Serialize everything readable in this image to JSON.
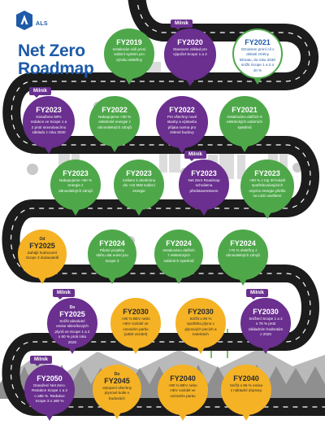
{
  "brand": {
    "logo_text": "ALS",
    "title_line1": "Net Zero",
    "title_line2": "Roadmap"
  },
  "colors": {
    "purple": "#6a2f8f",
    "green": "#4ea84a",
    "yellow": "#f4b224",
    "white": "#ffffff",
    "blue": "#1e5aa8",
    "road": "#1c1c1c"
  },
  "milestone_label": "Milník",
  "milestones": [
    {
      "id": "m1",
      "pre": "",
      "year": "FY2019",
      "text": "Instalován náš první solární systém pro výrobu elektřiny",
      "color": "green",
      "milnik": false
    },
    {
      "id": "m2",
      "pre": "",
      "year": "FY2020",
      "text": "Stanoven základ pro výpočet Scope 1 a 2",
      "color": "purple",
      "milnik": true
    },
    {
      "id": "m3",
      "pre": "",
      "year": "FY2021",
      "text": "Oznámen první cíl v oblasti změny klimatu, do roku 2030 snížit Scope 1 a 2 o 40 %",
      "color": "white",
      "milnik": false
    },
    {
      "id": "m4",
      "pre": "",
      "year": "FY2023",
      "text": "Dosaženo 59% redukce ve Scope 1 a 2 proti srovnávacímu základu z roku 2020",
      "color": "purple",
      "milnik": true
    },
    {
      "id": "m5",
      "pre": "",
      "year": "FY2022",
      "text": "Nakupujeme >30 % elektrické energie z obnovitelných zdrojů",
      "color": "green",
      "milnik": false
    },
    {
      "id": "m6",
      "pre": "",
      "year": "FY2022",
      "text": "Pro všechny nové stavby a výstavbu přijata norma pro zelené budovy",
      "color": "purple",
      "milnik": false
    },
    {
      "id": "m7",
      "pre": "",
      "year": "FY2021",
      "text": "Instalováno dalších 9 elektrických solárních systémů",
      "color": "green",
      "milnik": false
    },
    {
      "id": "m8",
      "pre": "",
      "year": "FY2023",
      "text": "Nakupujeme >50 % energie z obnovitelných zdrojů",
      "color": "green",
      "milnik": false
    },
    {
      "id": "m9",
      "pre": "",
      "year": "FY2023",
      "text": "Celkem k dnešnímu dni >10 MW solární energie",
      "color": "green",
      "milnik": false
    },
    {
      "id": "m10",
      "pre": "",
      "year": "FY2023",
      "text": "Net Zero Roadmap schválena představenstvem",
      "color": "purple",
      "milnik": true
    },
    {
      "id": "m11",
      "pre": "",
      "year": "FY2023",
      "text": ">90 % z top 30 lokalit spotřebovávajících nejvíce energie přešlo na LED osvětlení",
      "color": "green",
      "milnik": false
    },
    {
      "id": "m12",
      "pre": "Od",
      "year": "FY2025",
      "text": "Zahájit hodnocení Scope 3 dodavatelů",
      "color": "yellow",
      "milnik": false
    },
    {
      "id": "m13",
      "pre": "",
      "year": "FY2024",
      "text": "Pilotní projekty sběru dat emisí pro Scope 3",
      "color": "green",
      "milnik": false
    },
    {
      "id": "m14",
      "pre": "",
      "year": "FY2024",
      "text": "Instalováno dalších 7 elektrických solárních systémů",
      "color": "green",
      "milnik": false
    },
    {
      "id": "m15",
      "pre": "",
      "year": "FY2024",
      "text": ">70 % elektřiny z obnovitelných zdrojů",
      "color": "green",
      "milnik": false
    },
    {
      "id": "m16",
      "pre": "Do",
      "year": "FY2025",
      "text": "Snížit absolutní emise skleníkových plynů ve Scope 1 a 2 o 60 % proti roku 2020",
      "color": "purple",
      "milnik": true
    },
    {
      "id": "m17",
      "pre": "",
      "year": "FY2030",
      "text": ">30 % BEV nebo HEV vozidel ve vozovém parku (≥350 vozidel)",
      "color": "yellow",
      "milnik": false
    },
    {
      "id": "m18",
      "pre": "",
      "year": "FY2030",
      "text": "Snížit o 90 % spotřebu plynu v plynových pecích a kotelnách",
      "color": "yellow",
      "milnik": false
    },
    {
      "id": "m19",
      "pre": "",
      "year": "FY2030",
      "text": "Snížení Scope 1 a 2 o 78 % proti základním hodnotám z 2020",
      "color": "purple",
      "milnik": true
    },
    {
      "id": "m20",
      "pre": "",
      "year": "FY2050",
      "text": "Dosažení Net Zero. Redukce Scope 1 a 2 o ≥95 %. Redukce Scope 3 o ≥90 %",
      "color": "purple",
      "milnik": true
    },
    {
      "id": "m21",
      "pre": "Do",
      "year": "FY2045",
      "text": "Vytopení všechny plynové kotle v budovách",
      "color": "yellow",
      "milnik": false
    },
    {
      "id": "m22",
      "pre": "",
      "year": "FY2040",
      "text": ">90 % BEV nebo HEV vozidel ve vozovém parku",
      "color": "yellow",
      "milnik": false
    },
    {
      "id": "m23",
      "pre": "",
      "year": "FY2040",
      "text": "Snížit o 95 % emise z nákladní dopravy",
      "color": "yellow",
      "milnik": false
    }
  ]
}
